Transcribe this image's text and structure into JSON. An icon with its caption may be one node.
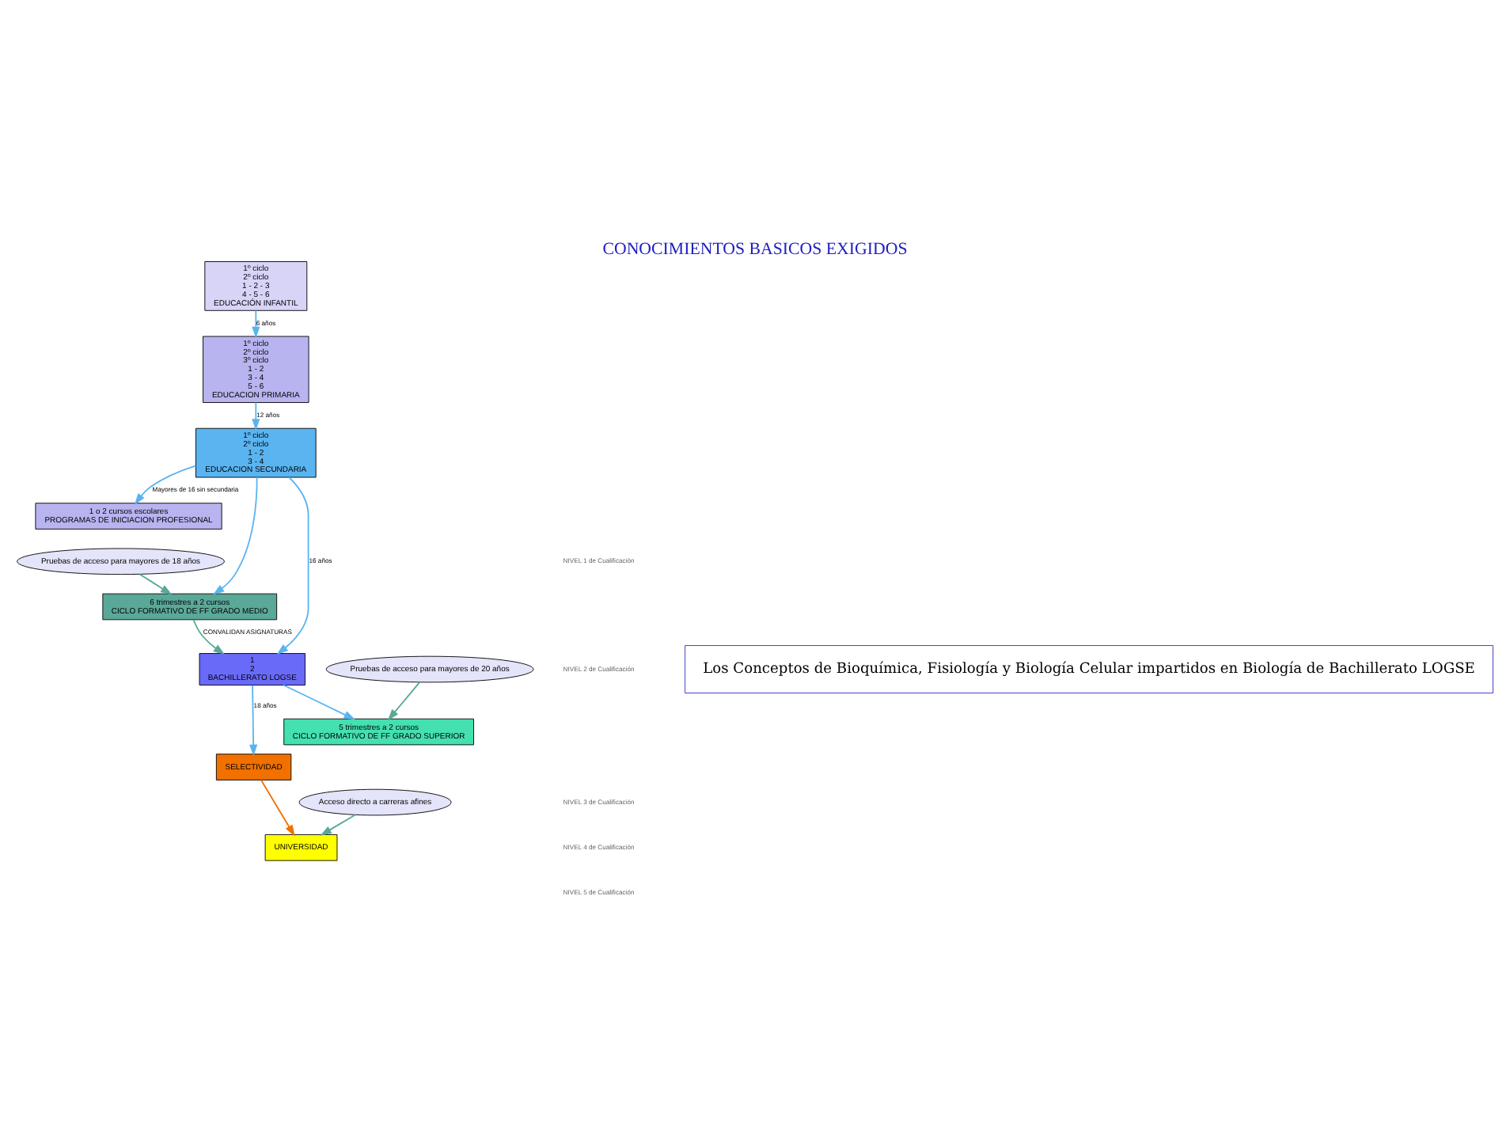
{
  "diagram": {
    "title": "CONOCIMIENTOS BASICOS EXIGIDOS",
    "nodes": [
      {
        "text": [
          "1º ciclo",
          "2º ciclo",
          "1 - 2 - 3",
          "4 - 5 - 6",
          "EDUCACIÓN INFANTIL"
        ]
      },
      {
        "text": [
          "1º ciclo",
          "2º ciclo",
          "3º ciclo",
          "1 - 2",
          "3 - 4",
          "5 - 6",
          "EDUCACION PRIMARIA"
        ]
      },
      {
        "text": [
          "1º ciclo",
          "2º ciclo",
          "1 - 2",
          "3 - 4",
          "EDUCACION SECUNDARIA"
        ]
      },
      {
        "text": [
          "1 o 2 cursos escolares",
          "PROGRAMAS DE INICIACION PROFESIONAL"
        ]
      },
      {
        "text": [
          "Pruebas de acceso para mayores de 18 años"
        ]
      },
      {
        "text": [
          "6 trimestres a 2 cursos",
          "CICLO FORMATIVO DE FF GRADO MEDIO"
        ]
      },
      {
        "text": [
          "1",
          "2",
          "BACHILLERATO LOGSE"
        ]
      },
      {
        "text": [
          "Pruebas de acceso para mayores de 20 años"
        ]
      },
      {
        "text": [
          "5 trimestres a 2 cursos",
          "CICLO FORMATIVO DE FF GRADO SUPERIOR"
        ]
      },
      {
        "text": [
          "Acceso directo a carreras afines"
        ]
      },
      {
        "text": [
          "SELECTIVIDAD"
        ]
      },
      {
        "text": [
          "UNIVERSIDAD"
        ]
      },
      {
        "text": [
          "Los Conceptos de Bioquímica, Fisiología y Biología Celular impartidos en Biología de Bachillerato LOGSE"
        ]
      }
    ],
    "edges": [
      {
        "from": 0,
        "to": 1,
        "arrow": "to",
        "label": "6 años"
      },
      {
        "from": 1,
        "to": 2,
        "arrow": "to",
        "label": "12 años"
      },
      {
        "from": 2,
        "to": 3,
        "arrow": "to",
        "label": "Mayores de 16 sin secundaria"
      },
      {
        "from": 2,
        "to": 6,
        "arrow": "to",
        "label": "16 años"
      },
      {
        "from": 2,
        "to": 5,
        "arrow": "to"
      },
      {
        "from": 4,
        "to": 5,
        "arrow": "to",
        "color": "#5aa898"
      },
      {
        "from": 5,
        "to": 6,
        "arrow": "to",
        "label": "CONVALIDAN ASIGNATURAS",
        "color": "#5aa898"
      },
      {
        "from": 7,
        "to": 8,
        "arrow": "to",
        "color": "#5aa898"
      },
      {
        "from": 6,
        "to": 10,
        "arrow": "to",
        "label": "18 años"
      },
      {
        "from": 6,
        "to": 8,
        "arrow": "to"
      },
      {
        "from": 10,
        "to": 11,
        "arrow": "to",
        "color": "#f07000"
      },
      {
        "from": 9,
        "to": 11,
        "arrow": "to",
        "color": "#5aa898"
      }
    ],
    "labels": [
      "NIVEL 1 de Cualificación",
      "NIVEL 2 de Cualificación",
      "NIVEL 3 de Cualificación",
      "NIVEL 4 de Cualificación",
      "NIVEL 5 de Cualificación"
    ]
  }
}
